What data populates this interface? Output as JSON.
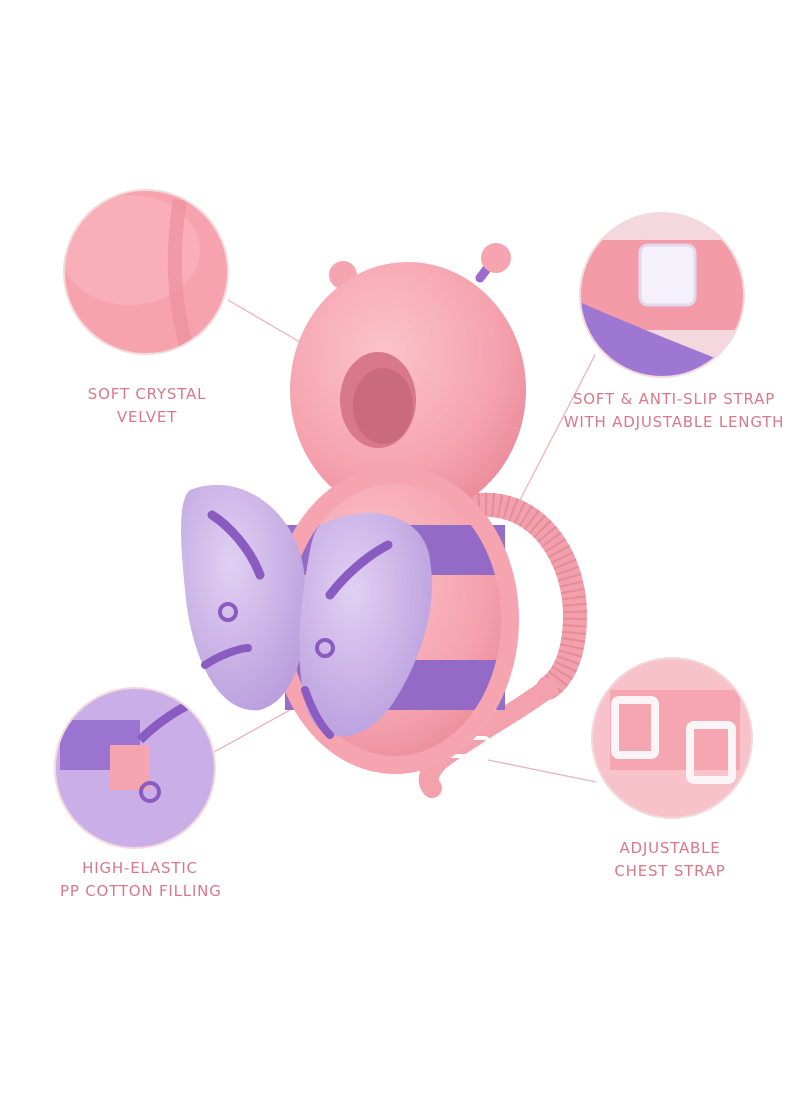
{
  "colors": {
    "label_text": "#d9788a",
    "pink": "#f7a7b1",
    "pink_dark": "#ee8f9c",
    "purple": "#8c62c4",
    "lavender": "#c9b0e6",
    "line": "#e9a9b3"
  },
  "callouts": {
    "velvet": {
      "line1": "SOFT CRYSTAL",
      "line2": "VELVET"
    },
    "strap": {
      "line1": "SOFT & ANTI-SLIP STRAP",
      "line2": "WITH ADJUSTABLE LENGTH"
    },
    "filling": {
      "line1": "HIGH-ELASTIC",
      "line2": "PP COTTON FILLING"
    },
    "chest": {
      "line1": "ADJUSTABLE",
      "line2": "CHEST STRAP"
    }
  },
  "icons": [
    "bee-antenna-icon",
    "butterfly-wing-icon",
    "buckle-icon"
  ]
}
